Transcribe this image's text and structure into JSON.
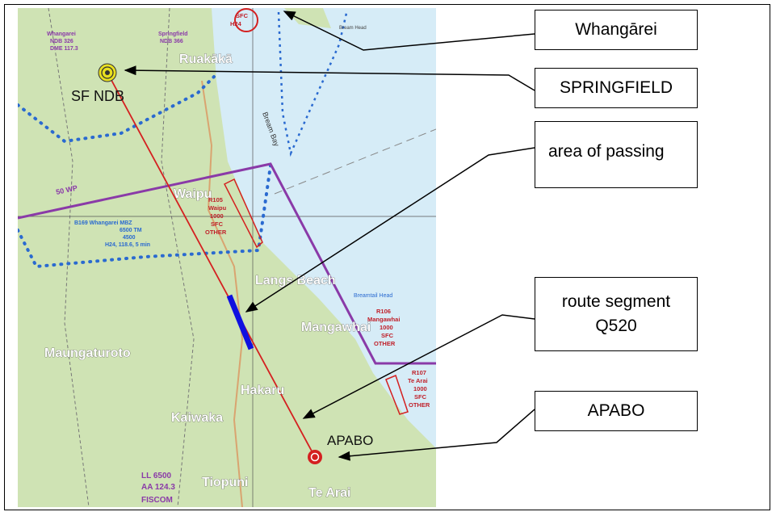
{
  "callouts": {
    "whangarei": "Whangārei",
    "springfield": "SPRINGFIELD",
    "area_of_passing": "area of passing",
    "route_segment": "route segment Q520",
    "apabo": "APABO"
  },
  "map": {
    "towns": [
      "Ruakākā",
      "Waipu",
      "Langs Beach",
      "Mangawhai",
      "Maungaturoto",
      "Hakaru",
      "Kaiwaka",
      "Tiopuni",
      "Te Arai"
    ],
    "waypoints": {
      "ndb": "SF NDB",
      "apabo": "APABO"
    },
    "restricted": [
      {
        "id": "R105",
        "name": "Waipu",
        "upper": "1000",
        "lower": "SFC",
        "type": "OTHER"
      },
      {
        "id": "R106",
        "name": "Mangawhai",
        "upper": "1000",
        "lower": "SFC",
        "type": "OTHER"
      },
      {
        "id": "R107",
        "name": "Te Arai",
        "upper": "1000",
        "lower": "SFC",
        "type": "OTHER"
      }
    ],
    "mbz": [
      "B169 Whangarei MBZ",
      "6500 TM",
      "4500",
      "H24, 118.6, 5 min"
    ],
    "navaids": [
      [
        "Whangarei",
        "NDB 326",
        "DME 117.3"
      ],
      [
        "Springfield",
        "NDB 366"
      ]
    ],
    "other_labels": [
      "50 WP",
      "Bream Bay",
      "Bream Head",
      "Breamtail Head",
      "LL 6500",
      "AA 124.3",
      "FISCOM",
      "SFC",
      "H24"
    ],
    "colors": {
      "land": "#cfe3b4",
      "sea": "#d6ecf7",
      "route": "#d42020",
      "segment": "#1010e0",
      "boundary": "#8a3aa8"
    }
  }
}
